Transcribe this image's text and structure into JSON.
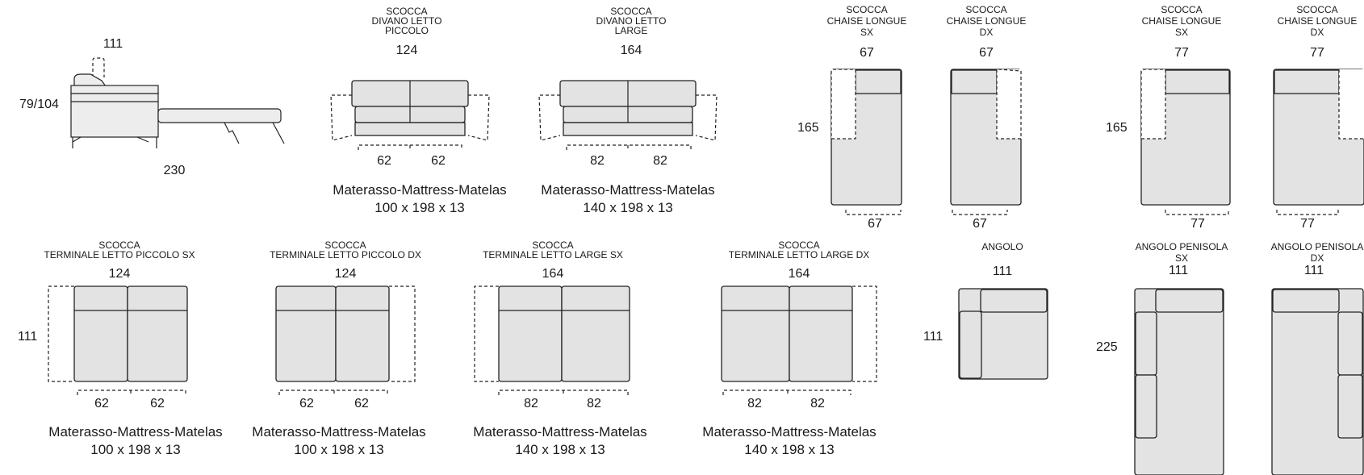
{
  "side_view": {
    "top": "111",
    "height": "79/104",
    "length": "230"
  },
  "divano_piccolo": {
    "caption": [
      "SCOCCA",
      "DIVANO LETTO",
      "PICCOLO"
    ],
    "width": "124",
    "seat_a": "62",
    "seat_b": "62",
    "mattress_label": "Materasso-Mattress-Matelas",
    "mattress_size": "100 x 198 x 13"
  },
  "divano_large": {
    "caption": [
      "SCOCCA",
      "DIVANO LETTO",
      "LARGE"
    ],
    "width": "164",
    "seat_a": "82",
    "seat_b": "82",
    "mattress_label": "Materasso-Mattress-Matelas",
    "mattress_size": "140 x 198 x 13"
  },
  "chaise_67_sx": {
    "caption": [
      "SCOCCA",
      "CHAISE LONGUE",
      "SX"
    ],
    "width": "67",
    "depth": "165",
    "bottom": "67"
  },
  "chaise_67_dx": {
    "caption": [
      "SCOCCA",
      "CHAISE LONGUE",
      "DX"
    ],
    "width": "67",
    "bottom": "67"
  },
  "chaise_77_sx": {
    "caption": [
      "SCOCCA",
      "CHAISE LONGUE",
      "SX"
    ],
    "width": "77",
    "depth": "165",
    "bottom": "77"
  },
  "chaise_77_dx": {
    "caption": [
      "SCOCCA",
      "CHAISE LONGUE",
      "DX"
    ],
    "width": "77",
    "bottom": "77"
  },
  "term_piccolo_sx": {
    "caption": [
      "SCOCCA",
      "TERMINALE LETTO PICCOLO SX"
    ],
    "width": "124",
    "depth": "111",
    "seat_a": "62",
    "seat_b": "62",
    "mattress_label": "Materasso-Mattress-Matelas",
    "mattress_size": "100 x 198 x 13"
  },
  "term_piccolo_dx": {
    "caption": [
      "SCOCCA",
      "TERMINALE LETTO PICCOLO DX"
    ],
    "width": "124",
    "seat_a": "62",
    "seat_b": "62",
    "mattress_label": "Materasso-Mattress-Matelas",
    "mattress_size": "100 x 198 x 13"
  },
  "term_large_sx": {
    "caption": [
      "SCOCCA",
      "TERMINALE LETTO LARGE SX"
    ],
    "width": "164",
    "seat_a": "82",
    "seat_b": "82",
    "mattress_label": "Materasso-Mattress-Matelas",
    "mattress_size": "140 x 198 x 13"
  },
  "term_large_dx": {
    "caption": [
      "SCOCCA",
      "TERMINALE LETTO LARGE DX"
    ],
    "width": "164",
    "seat_a": "82",
    "seat_b": "82",
    "mattress_label": "Materasso-Mattress-Matelas",
    "mattress_size": "140 x 198 x 13"
  },
  "angolo": {
    "caption": [
      "ANGOLO"
    ],
    "width": "111",
    "depth": "111"
  },
  "penisola_sx": {
    "caption": [
      "ANGOLO PENISOLA",
      "SX"
    ],
    "width": "111",
    "depth": "225"
  },
  "penisola_dx": {
    "caption": [
      "ANGOLO PENISOLA",
      "DX"
    ],
    "width": "111"
  }
}
